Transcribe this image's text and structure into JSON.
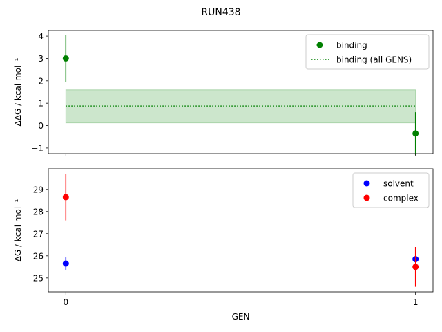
{
  "figure": {
    "suptitle": "RUN438"
  },
  "chart_data": [
    {
      "type": "scatter",
      "panel": "top",
      "xlabel": "",
      "ylabel": "ΔΔG / kcal mol⁻¹",
      "xlim": [
        -0.05,
        1.05
      ],
      "ylim": [
        -1.25,
        4.25
      ],
      "xticks": [
        0,
        1
      ],
      "xticklabels": [
        "",
        ""
      ],
      "yticks": [
        -1,
        0,
        1,
        2,
        3,
        4
      ],
      "yticklabels": [
        "−1",
        "0",
        "1",
        "2",
        "3",
        "4"
      ],
      "grid": false,
      "legend": "top-right",
      "series": [
        {
          "name": "binding",
          "kind": "errorbar",
          "color": "#008000",
          "x": [
            0,
            1
          ],
          "y": [
            3.0,
            -0.35
          ],
          "yerr": [
            1.05,
            0.95
          ]
        },
        {
          "name": "binding (all GENS)",
          "kind": "hline-band",
          "color": "#008000",
          "band_color": "#008000",
          "y": 0.88,
          "band": [
            0.12,
            1.6
          ],
          "x_range": [
            0,
            1
          ]
        }
      ]
    },
    {
      "type": "scatter",
      "panel": "bottom",
      "xlabel": "GEN",
      "ylabel": "ΔG / kcal mol⁻¹",
      "xlim": [
        -0.05,
        1.05
      ],
      "ylim": [
        24.37,
        29.93
      ],
      "xticks": [
        0,
        1
      ],
      "xticklabels": [
        "0",
        "1"
      ],
      "yticks": [
        25,
        26,
        27,
        28,
        29
      ],
      "yticklabels": [
        "25",
        "26",
        "27",
        "28",
        "29"
      ],
      "grid": false,
      "legend": "top-right",
      "series": [
        {
          "name": "solvent",
          "kind": "errorbar",
          "color": "#0000ff",
          "x": [
            0,
            1
          ],
          "y": [
            25.65,
            25.85
          ],
          "yerr": [
            0.28,
            0.12
          ]
        },
        {
          "name": "complex",
          "kind": "errorbar",
          "color": "#ff0000",
          "x": [
            0,
            1
          ],
          "y": [
            28.65,
            25.5
          ],
          "yerr": [
            1.05,
            0.9
          ]
        }
      ]
    }
  ]
}
